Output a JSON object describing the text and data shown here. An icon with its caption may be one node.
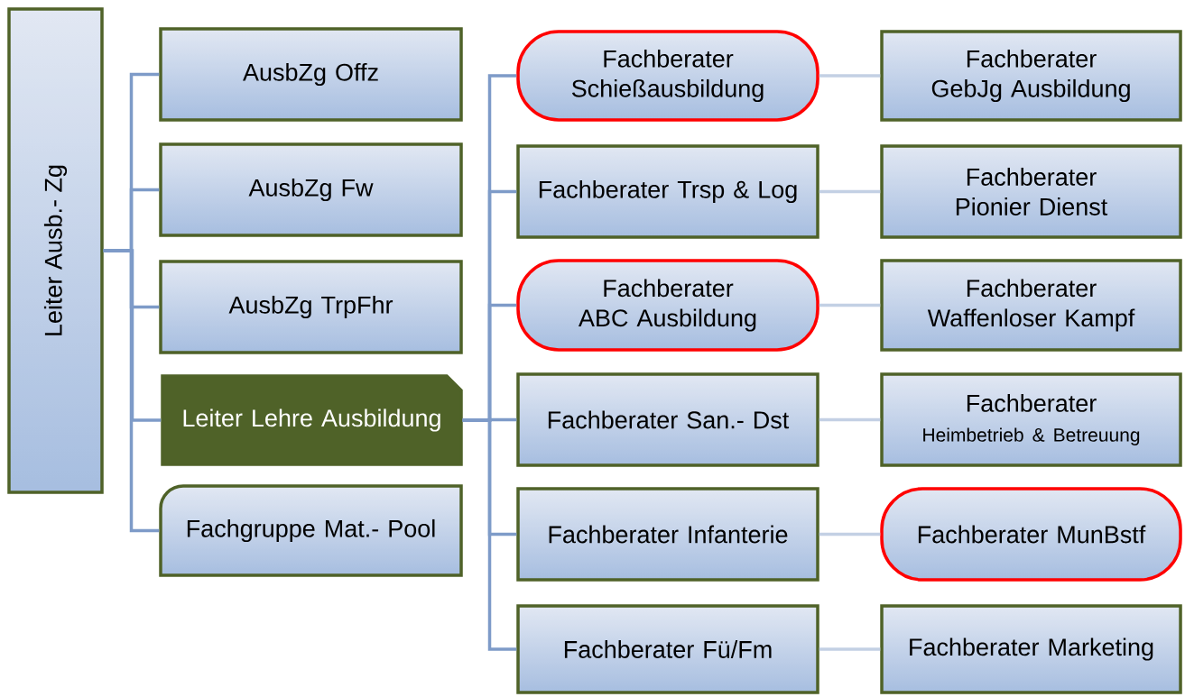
{
  "diagram": {
    "nodes": [
      {
        "text": [
          "Leiter Ausb.- Zg"
        ]
      },
      {
        "text": [
          "AusbZg Offz"
        ]
      },
      {
        "text": [
          "AusbZg Fw"
        ]
      },
      {
        "text": [
          "AusbZg TrpFhr"
        ]
      },
      {
        "text": [
          "Leiter Lehre Ausbildung"
        ]
      },
      {
        "text": [
          "Fachgruppe Mat.- Pool"
        ]
      },
      {
        "text": [
          "Fachberater Schießausbildung"
        ]
      },
      {
        "text": [
          "Fachberater GebJg Ausbildung"
        ]
      },
      {
        "text": [
          "Fachberater Trsp & Log"
        ]
      },
      {
        "text": [
          "Fachberater Pionier Dienst"
        ]
      },
      {
        "text": [
          "Fachberater ABC Ausbildung"
        ]
      },
      {
        "text": [
          "Fachberater Waffenloser Kampf"
        ]
      },
      {
        "text": [
          "Fachberater San.- Dst"
        ]
      },
      {
        "text": [
          "Fachberater",
          "Heimbetrieb & Betreuung"
        ]
      },
      {
        "text": [
          "Fachberater Infanterie"
        ]
      },
      {
        "text": [
          "Fachberater MunBstf"
        ]
      },
      {
        "text": [
          "Fachberater Fü/Fm"
        ]
      },
      {
        "text": [
          "Fachberater Marketing"
        ]
      }
    ],
    "edges": [
      {
        "from": 0,
        "to": 1,
        "arrow": "none"
      },
      {
        "from": 0,
        "to": 2,
        "arrow": "none"
      },
      {
        "from": 0,
        "to": 3,
        "arrow": "none"
      },
      {
        "from": 0,
        "to": 4,
        "arrow": "none"
      },
      {
        "from": 0,
        "to": 5,
        "arrow": "none"
      },
      {
        "from": 4,
        "to": 6,
        "arrow": "none"
      },
      {
        "from": 4,
        "to": 8,
        "arrow": "none"
      },
      {
        "from": 4,
        "to": 10,
        "arrow": "none"
      },
      {
        "from": 4,
        "to": 12,
        "arrow": "none"
      },
      {
        "from": 4,
        "to": 14,
        "arrow": "none"
      },
      {
        "from": 4,
        "to": 16,
        "arrow": "none"
      },
      {
        "from": 6,
        "to": 7,
        "arrow": "none",
        "color": "#c3d0e4"
      },
      {
        "from": 8,
        "to": 9,
        "arrow": "none",
        "color": "#c3d0e4"
      },
      {
        "from": 10,
        "to": 11,
        "arrow": "none",
        "color": "#c3d0e4"
      },
      {
        "from": 12,
        "to": 13,
        "arrow": "none",
        "color": "#c3d0e4"
      },
      {
        "from": 14,
        "to": 15,
        "arrow": "none",
        "color": "#c3d0e4"
      },
      {
        "from": 16,
        "to": 17,
        "arrow": "none",
        "color": "#c3d0e4"
      }
    ]
  }
}
